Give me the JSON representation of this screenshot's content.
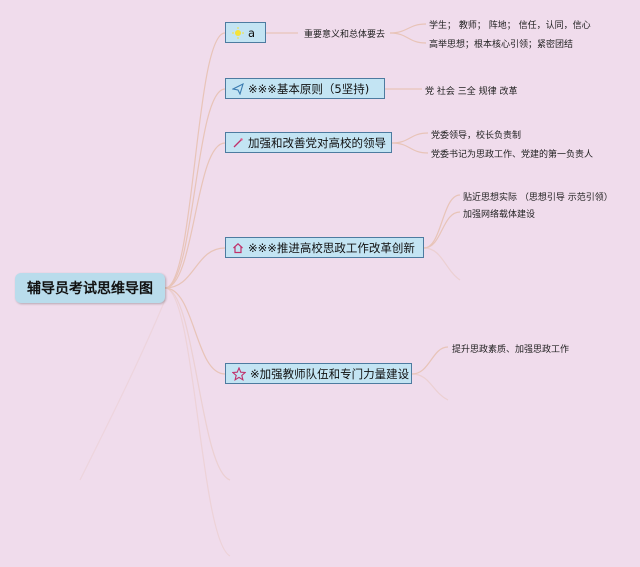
{
  "root": {
    "label": "辅导员考试思维导图"
  },
  "branches": [
    {
      "id": "b1",
      "label": "a",
      "icon": "sun-icon",
      "sub": "重要意义和总体要去",
      "leaves": [
        "学生； 教师； 阵地； 信任，认同，信心",
        "高举思想；根本核心引领；紧密团结"
      ]
    },
    {
      "id": "b2",
      "label": "※※※基本原则（5坚持)",
      "icon": "paper-plane-icon",
      "leaves": [
        "党 社会 三全 规律 改革"
      ]
    },
    {
      "id": "b3",
      "label": "加强和改善党对高校的领导",
      "icon": "magic-wand-icon",
      "leaves": [
        "党委领导，校长负责制",
        "党委书记为思政工作、党建的第一负责人"
      ]
    },
    {
      "id": "b4",
      "label": "※※※推进高校思政工作改革创新",
      "icon": "home-icon",
      "leaves": [
        "贴近思想实际 （思想引导 示范引领）",
        "加强网络载体建设"
      ]
    },
    {
      "id": "b5",
      "label": "※加强教师队伍和专门力量建设",
      "icon": "star-icon",
      "leaves": [
        "提升思政素质、加强思政工作"
      ]
    }
  ],
  "colors": {
    "background": "#f0dcec",
    "node_fill": "#c3e4f3",
    "node_border": "#4d7ba0",
    "root_fill": "#b9dcec",
    "connector": "#e8c4b8"
  }
}
